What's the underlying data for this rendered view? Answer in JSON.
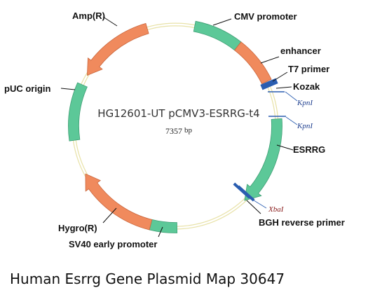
{
  "colors": {
    "backbone": "#e8e2a8",
    "green": "#5cc898",
    "green_stroke": "#3f9e74",
    "orange": "#f08a5d",
    "orange_stroke": "#c9663c",
    "blue": "#2a5db0",
    "site_kpn": "#1f3f8f",
    "site_xba": "#8b2020",
    "leader": "#111111"
  },
  "plasmid": {
    "name": "HG12601-UT pCMV3-ESRRG-t4",
    "size_value": "7357",
    "size_unit": "bp"
  },
  "features": [
    {
      "id": "cmv-promoter",
      "label": "CMV promoter"
    },
    {
      "id": "enhancer",
      "label": "enhancer"
    },
    {
      "id": "t7-primer",
      "label": "T7 primer"
    },
    {
      "id": "kozak",
      "label": "Kozak"
    },
    {
      "id": "esrrg",
      "label": "ESRRG"
    },
    {
      "id": "bgh-reverse-primer",
      "label": "BGH reverse primer"
    },
    {
      "id": "sv40-early-promoter",
      "label": "SV40 early promoter"
    },
    {
      "id": "hygro-r",
      "label": "Hygro(R)"
    },
    {
      "id": "puc-origin",
      "label": "pUC origin"
    },
    {
      "id": "amp-r",
      "label": "Amp(R)"
    }
  ],
  "sites": [
    {
      "id": "kpni-1",
      "label": "KpnI"
    },
    {
      "id": "kpni-2",
      "label": "KpnI"
    },
    {
      "id": "xbai",
      "label": "XbaI"
    }
  ],
  "caption": "Human Esrrg Gene Plasmid Map 30647"
}
